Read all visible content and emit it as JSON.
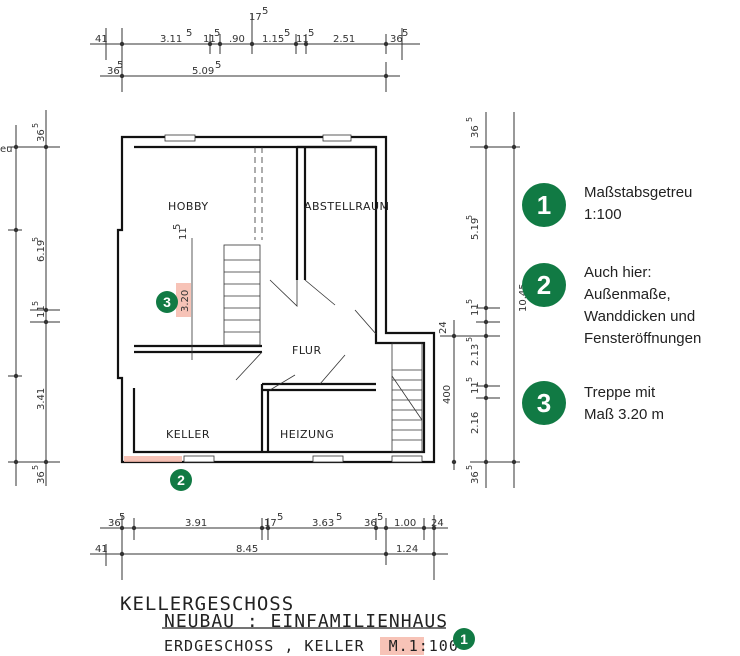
{
  "dims_top": {
    "r1": [
      "41",
      "3.11",
      "5",
      "11",
      "5",
      ".90",
      "1.15",
      "5",
      "11",
      "5",
      "2.51",
      "36",
      "5"
    ],
    "top17": "17",
    "top17s": "5",
    "r2a": "36",
    "r2as": "5",
    "r2": "5.09",
    "r2s": "5"
  },
  "dims_left": [
    "36",
    "5",
    "6.19",
    "5",
    "11",
    "5",
    "3.41",
    "36",
    "5"
  ],
  "left_cut_text": "eu",
  "dims_right": [
    "36",
    "5",
    "5.19",
    "5",
    "10.45",
    "11",
    "5",
    "24",
    "2.13",
    "5",
    "11",
    "5",
    "400",
    "2.16",
    "36",
    "5"
  ],
  "dims_bottom": {
    "r1": [
      "36",
      "5",
      "3.91",
      "17",
      "5",
      "3.63",
      "5",
      "36",
      "5",
      "1.00",
      "24"
    ],
    "r2": [
      "41",
      "8.45",
      "1.24"
    ]
  },
  "rooms": {
    "hobby": "HOBBY",
    "abstell": "ABSTELLRAUM",
    "flur": "FLUR",
    "keller": "KELLER",
    "heizung": "HEIZUNG"
  },
  "stair_dim": "3.20",
  "stair_dim_top": "11",
  "stair_dim_top_s": "5",
  "title": {
    "line1": "KELLERGESCHOSS",
    "line2": "NEUBAU : EINFAMILIENHAUS",
    "line3": "ERDGESCHOSS , KELLER",
    "scale_prefix": "M.",
    "scale": "1:100"
  },
  "badges": {
    "b1": "1",
    "b2": "2",
    "b3": "3"
  },
  "legend": [
    {
      "num": "1",
      "text": "Maßstabsgetreu\n1:100"
    },
    {
      "num": "2",
      "text": "Auch hier:\nAußenmaße,\nWanddicken und\nFensteröffnungen"
    },
    {
      "num": "3",
      "text": "Treppe mit\nMaß 3.20 m"
    }
  ],
  "colors": {
    "badge": "#117a44",
    "highlight": "#f6b8aa"
  }
}
